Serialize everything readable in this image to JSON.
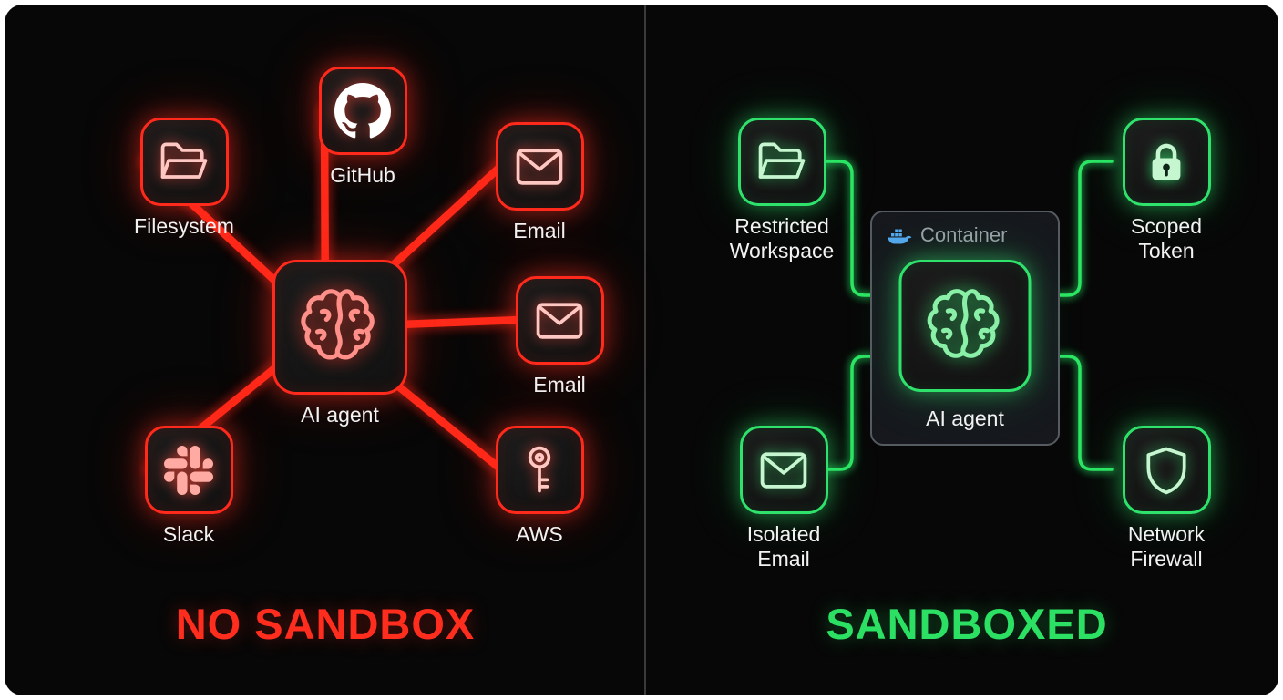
{
  "left_panel": {
    "title": "NO SANDBOX",
    "center": {
      "label": "AI agent",
      "icon": "brain-icon"
    },
    "nodes": [
      {
        "id": "filesystem",
        "label": "Filesystem",
        "icon": "folder-icon"
      },
      {
        "id": "github",
        "label": "GitHub",
        "icon": "github-icon"
      },
      {
        "id": "email-top",
        "label": "Email",
        "icon": "envelope-icon"
      },
      {
        "id": "email-right",
        "label": "Email",
        "icon": "envelope-icon"
      },
      {
        "id": "slack",
        "label": "Slack",
        "icon": "slack-icon"
      },
      {
        "id": "aws",
        "label": "AWS",
        "icon": "key-icon"
      }
    ]
  },
  "right_panel": {
    "title": "SANDBOXED",
    "container": {
      "label": "Container",
      "icon": "docker-icon",
      "agent_label": "AI agent",
      "agent_icon": "brain-icon"
    },
    "nodes": [
      {
        "id": "restricted-workspace",
        "label": "Restricted Workspace",
        "icon": "folder-icon"
      },
      {
        "id": "scoped-token",
        "label": "Scoped Token",
        "icon": "lock-icon"
      },
      {
        "id": "isolated-email",
        "label": "Isolated Email",
        "icon": "envelope-icon"
      },
      {
        "id": "network-firewall",
        "label": "Network Firewall",
        "icon": "shield-icon"
      }
    ]
  },
  "colors": {
    "red_accent": "#ff2a1c",
    "green_accent": "#2ee26b",
    "docker_blue": "#54a7ef",
    "background": "#070707"
  }
}
